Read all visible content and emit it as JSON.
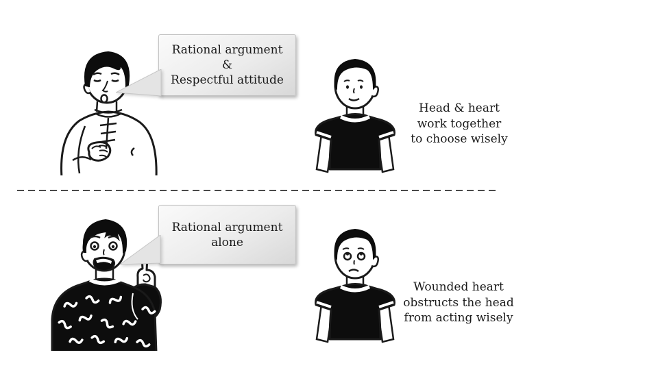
{
  "colors": {
    "background": "#ffffff",
    "ink": "#1b1b1b",
    "figure_black": "#0d0d0d",
    "bubble_fill": "#ececec",
    "bubble_border": "#c3c3c3",
    "divider": "#4a4a4a"
  },
  "scenes": {
    "top": {
      "bubble_lines": [
        "Rational argument",
        "&",
        "Respectful attitude"
      ],
      "caption_lines": [
        "Head & heart",
        "work together",
        "to choose wisely"
      ]
    },
    "bottom": {
      "bubble_lines": [
        "Rational argument",
        "alone"
      ],
      "caption_lines": [
        "Wounded heart",
        "obstructs the head",
        "from acting wisely"
      ]
    }
  }
}
